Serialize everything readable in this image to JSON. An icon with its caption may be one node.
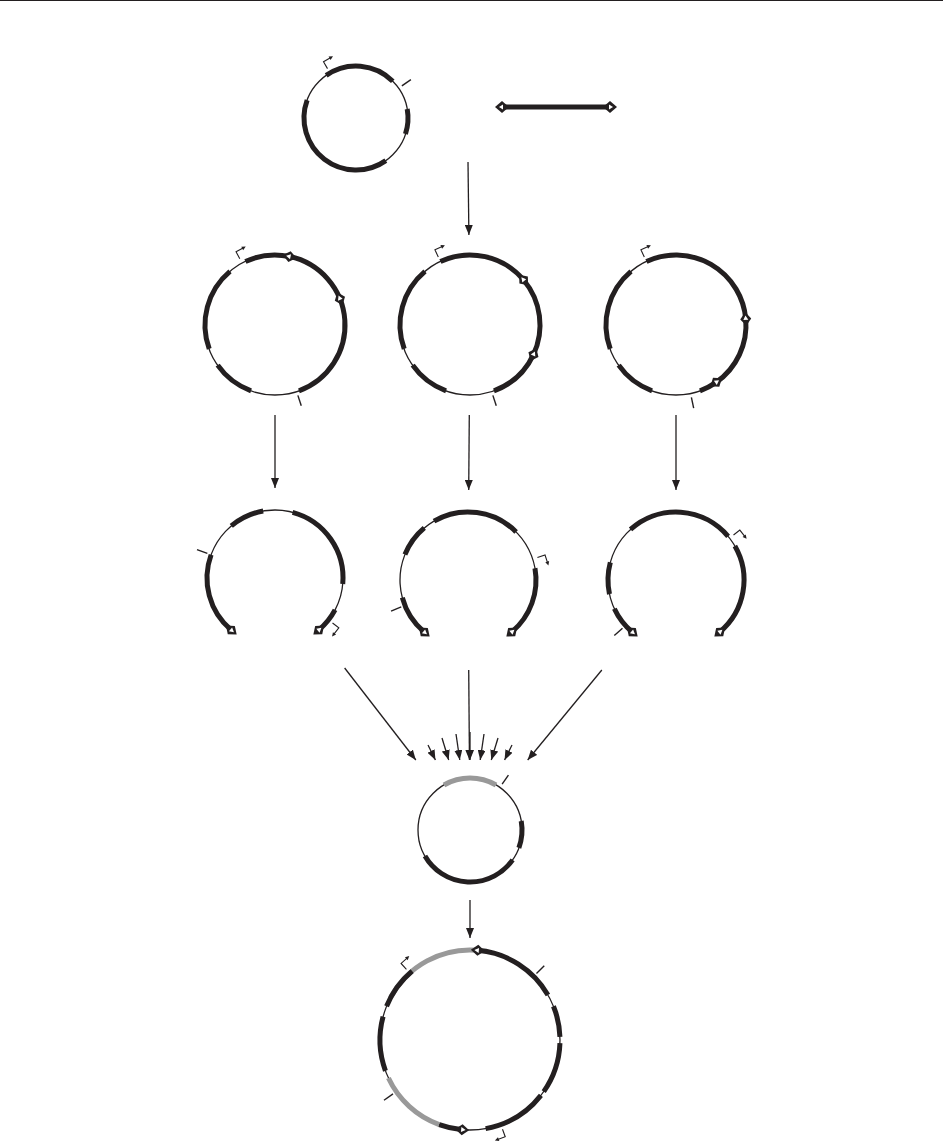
{
  "diagram": {
    "nodes": [
      {
        "text": [],
        "shape": "circle"
      },
      {
        "text": [],
        "shape": "bar"
      },
      {
        "text": [],
        "shape": "circle"
      },
      {
        "text": [],
        "shape": "circle"
      },
      {
        "text": [],
        "shape": "circle"
      },
      {
        "text": [],
        "shape": "arc"
      },
      {
        "text": [],
        "shape": "arc"
      },
      {
        "text": [],
        "shape": "arc"
      },
      {
        "text": [],
        "shape": "circle"
      },
      {
        "text": [],
        "shape": "circle"
      }
    ],
    "edges": [
      {
        "from": null,
        "to": 3,
        "arrow": "to"
      },
      {
        "from": 2,
        "to": 5,
        "arrow": "to"
      },
      {
        "from": 3,
        "to": 6,
        "arrow": "to"
      },
      {
        "from": 4,
        "to": 7,
        "arrow": "to"
      },
      {
        "from": 5,
        "to": 8,
        "arrow": "to"
      },
      {
        "from": 6,
        "to": 8,
        "arrow": "to"
      },
      {
        "from": 7,
        "to": 8,
        "arrow": "to"
      },
      {
        "from": null,
        "to": 8,
        "arrow": "to"
      },
      {
        "from": null,
        "to": 8,
        "arrow": "to"
      },
      {
        "from": null,
        "to": 8,
        "arrow": "to"
      },
      {
        "from": null,
        "to": 8,
        "arrow": "to"
      },
      {
        "from": null,
        "to": 8,
        "arrow": "to"
      },
      {
        "from": null,
        "to": 8,
        "arrow": "to"
      },
      {
        "from": null,
        "to": 8,
        "arrow": "to"
      },
      {
        "from": 8,
        "to": 9,
        "arrow": "to"
      }
    ]
  }
}
